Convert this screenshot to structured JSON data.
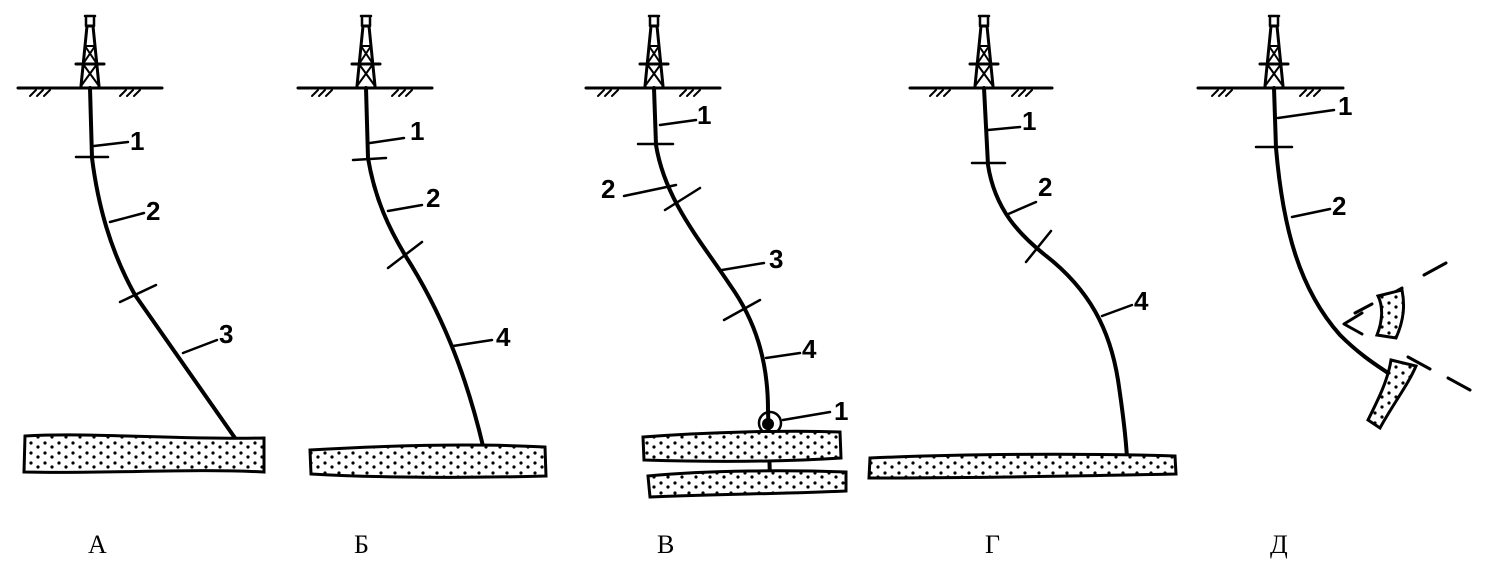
{
  "figure": {
    "panels": [
      {
        "id": "a",
        "caption": "А",
        "section_labels": [
          "1",
          "2",
          "3"
        ]
      },
      {
        "id": "b",
        "caption": "Б",
        "section_labels": [
          "1",
          "2",
          "4"
        ]
      },
      {
        "id": "v",
        "caption": "В",
        "section_labels": [
          "1",
          "2",
          "3",
          "4",
          "1"
        ]
      },
      {
        "id": "g",
        "caption": "Г",
        "section_labels": [
          "1",
          "2",
          "4"
        ]
      },
      {
        "id": "d",
        "caption": "Д",
        "section_labels": [
          "1",
          "2"
        ]
      }
    ],
    "colors": {
      "line": "#000000",
      "background": "#ffffff"
    }
  }
}
